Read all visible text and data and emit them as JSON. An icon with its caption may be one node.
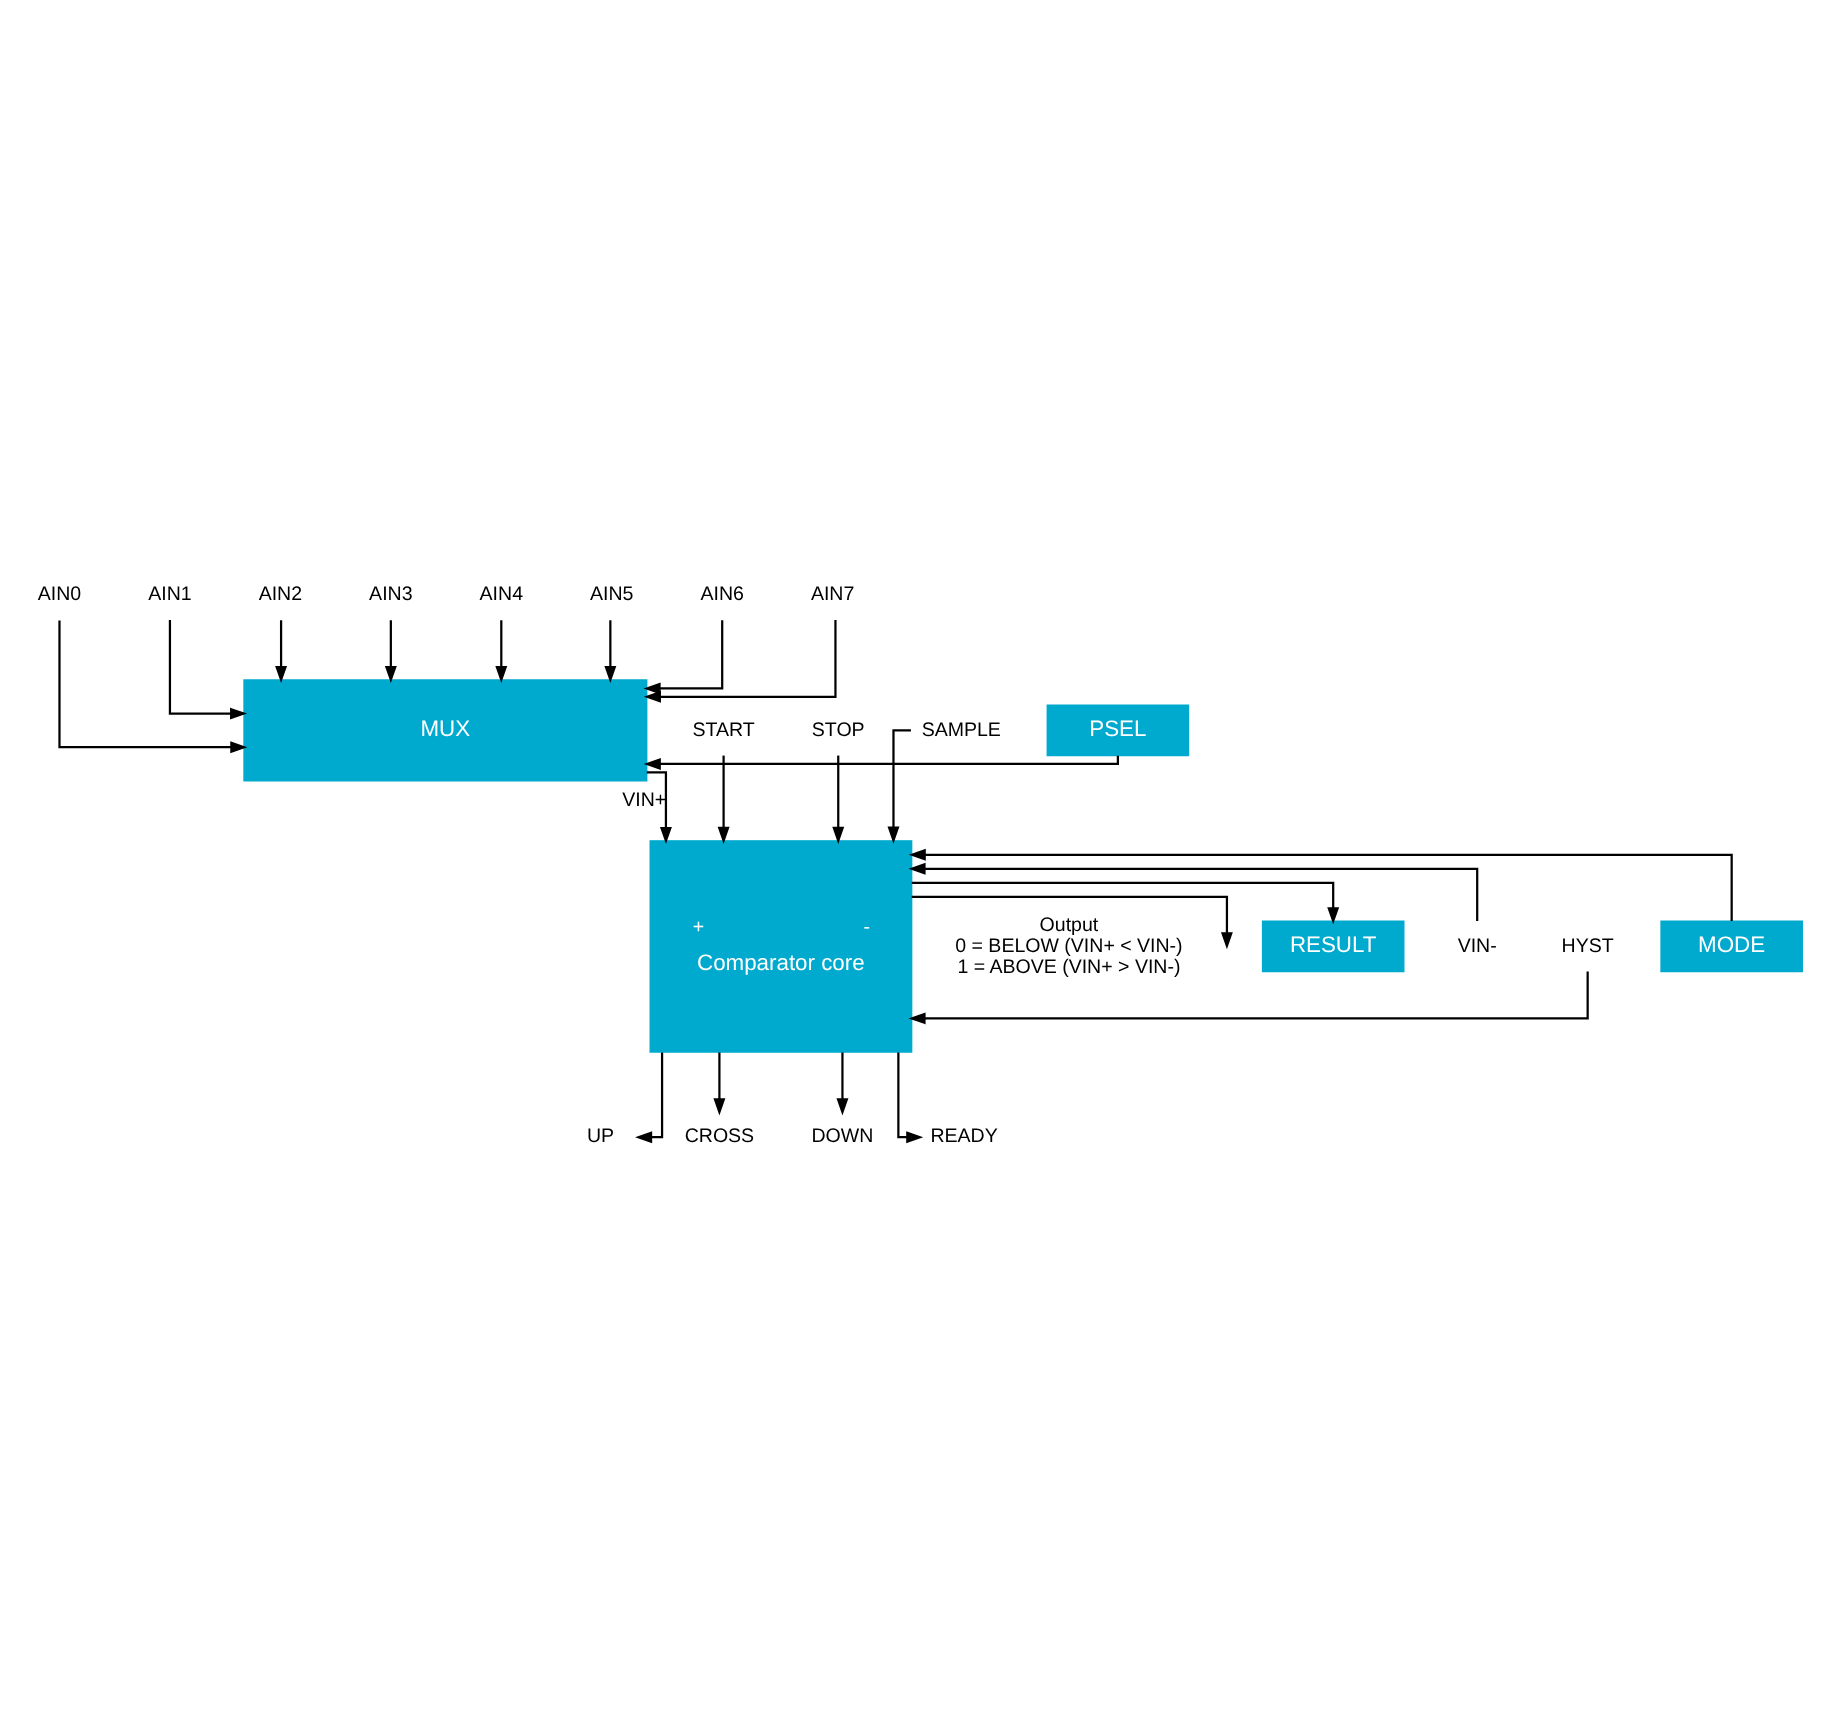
{
  "diagram": {
    "nodes": [
      {
        "text": [
          "AIN0"
        ]
      },
      {
        "text": [
          "AIN1"
        ]
      },
      {
        "text": [
          "AIN2"
        ]
      },
      {
        "text": [
          "AIN3"
        ]
      },
      {
        "text": [
          "AIN4"
        ]
      },
      {
        "text": [
          "AIN5"
        ]
      },
      {
        "text": [
          "AIN6"
        ]
      },
      {
        "text": [
          "AIN7"
        ]
      },
      {
        "text": [
          "MUX"
        ]
      },
      {
        "text": [
          "PSEL"
        ]
      },
      {
        "text": [
          "START"
        ]
      },
      {
        "text": [
          "STOP"
        ]
      },
      {
        "text": [
          "SAMPLE"
        ]
      },
      {
        "text": [
          "+",
          "-",
          "Comparator core"
        ]
      },
      {
        "text": [
          "VIN-"
        ]
      },
      {
        "text": [
          "HYST"
        ]
      },
      {
        "text": [
          "MODE"
        ]
      },
      {
        "text": [
          "RESULT"
        ]
      },
      {
        "text": [
          "UP"
        ]
      },
      {
        "text": [
          "CROSS"
        ]
      },
      {
        "text": [
          "DOWN"
        ]
      },
      {
        "text": [
          "READY"
        ]
      }
    ],
    "edges": [
      {
        "from": 0,
        "to": 8,
        "arrow": "to"
      },
      {
        "from": 1,
        "to": 8,
        "arrow": "to"
      },
      {
        "from": 2,
        "to": 8,
        "arrow": "to"
      },
      {
        "from": 3,
        "to": 8,
        "arrow": "to"
      },
      {
        "from": 4,
        "to": 8,
        "arrow": "to"
      },
      {
        "from": 5,
        "to": 8,
        "arrow": "to"
      },
      {
        "from": 6,
        "to": 8,
        "arrow": "to"
      },
      {
        "from": 7,
        "to": 8,
        "arrow": "to"
      },
      {
        "from": 9,
        "to": 8,
        "arrow": "to"
      },
      {
        "from": 8,
        "to": 13,
        "arrow": "to",
        "label": "VIN+"
      },
      {
        "from": 10,
        "to": 13,
        "arrow": "to"
      },
      {
        "from": 11,
        "to": 13,
        "arrow": "to"
      },
      {
        "from": 12,
        "to": 13,
        "arrow": "to"
      },
      {
        "from": 14,
        "to": 13,
        "arrow": "to"
      },
      {
        "from": 15,
        "to": 13,
        "arrow": "to"
      },
      {
        "from": 16,
        "to": 13,
        "arrow": "to"
      },
      {
        "from": 13,
        "to": 17,
        "arrow": "to"
      },
      {
        "from": 13,
        "to": null,
        "arrow": "to"
      },
      {
        "from": 13,
        "to": 18,
        "arrow": "to"
      },
      {
        "from": 13,
        "to": 19,
        "arrow": "to"
      },
      {
        "from": 13,
        "to": 20,
        "arrow": "to"
      },
      {
        "from": 13,
        "to": 21,
        "arrow": "to"
      }
    ],
    "labels": [
      "Output",
      "0 = BELOW (VIN+ < VIN-)",
      "1 = ABOVE (VIN+ > VIN-)"
    ]
  }
}
